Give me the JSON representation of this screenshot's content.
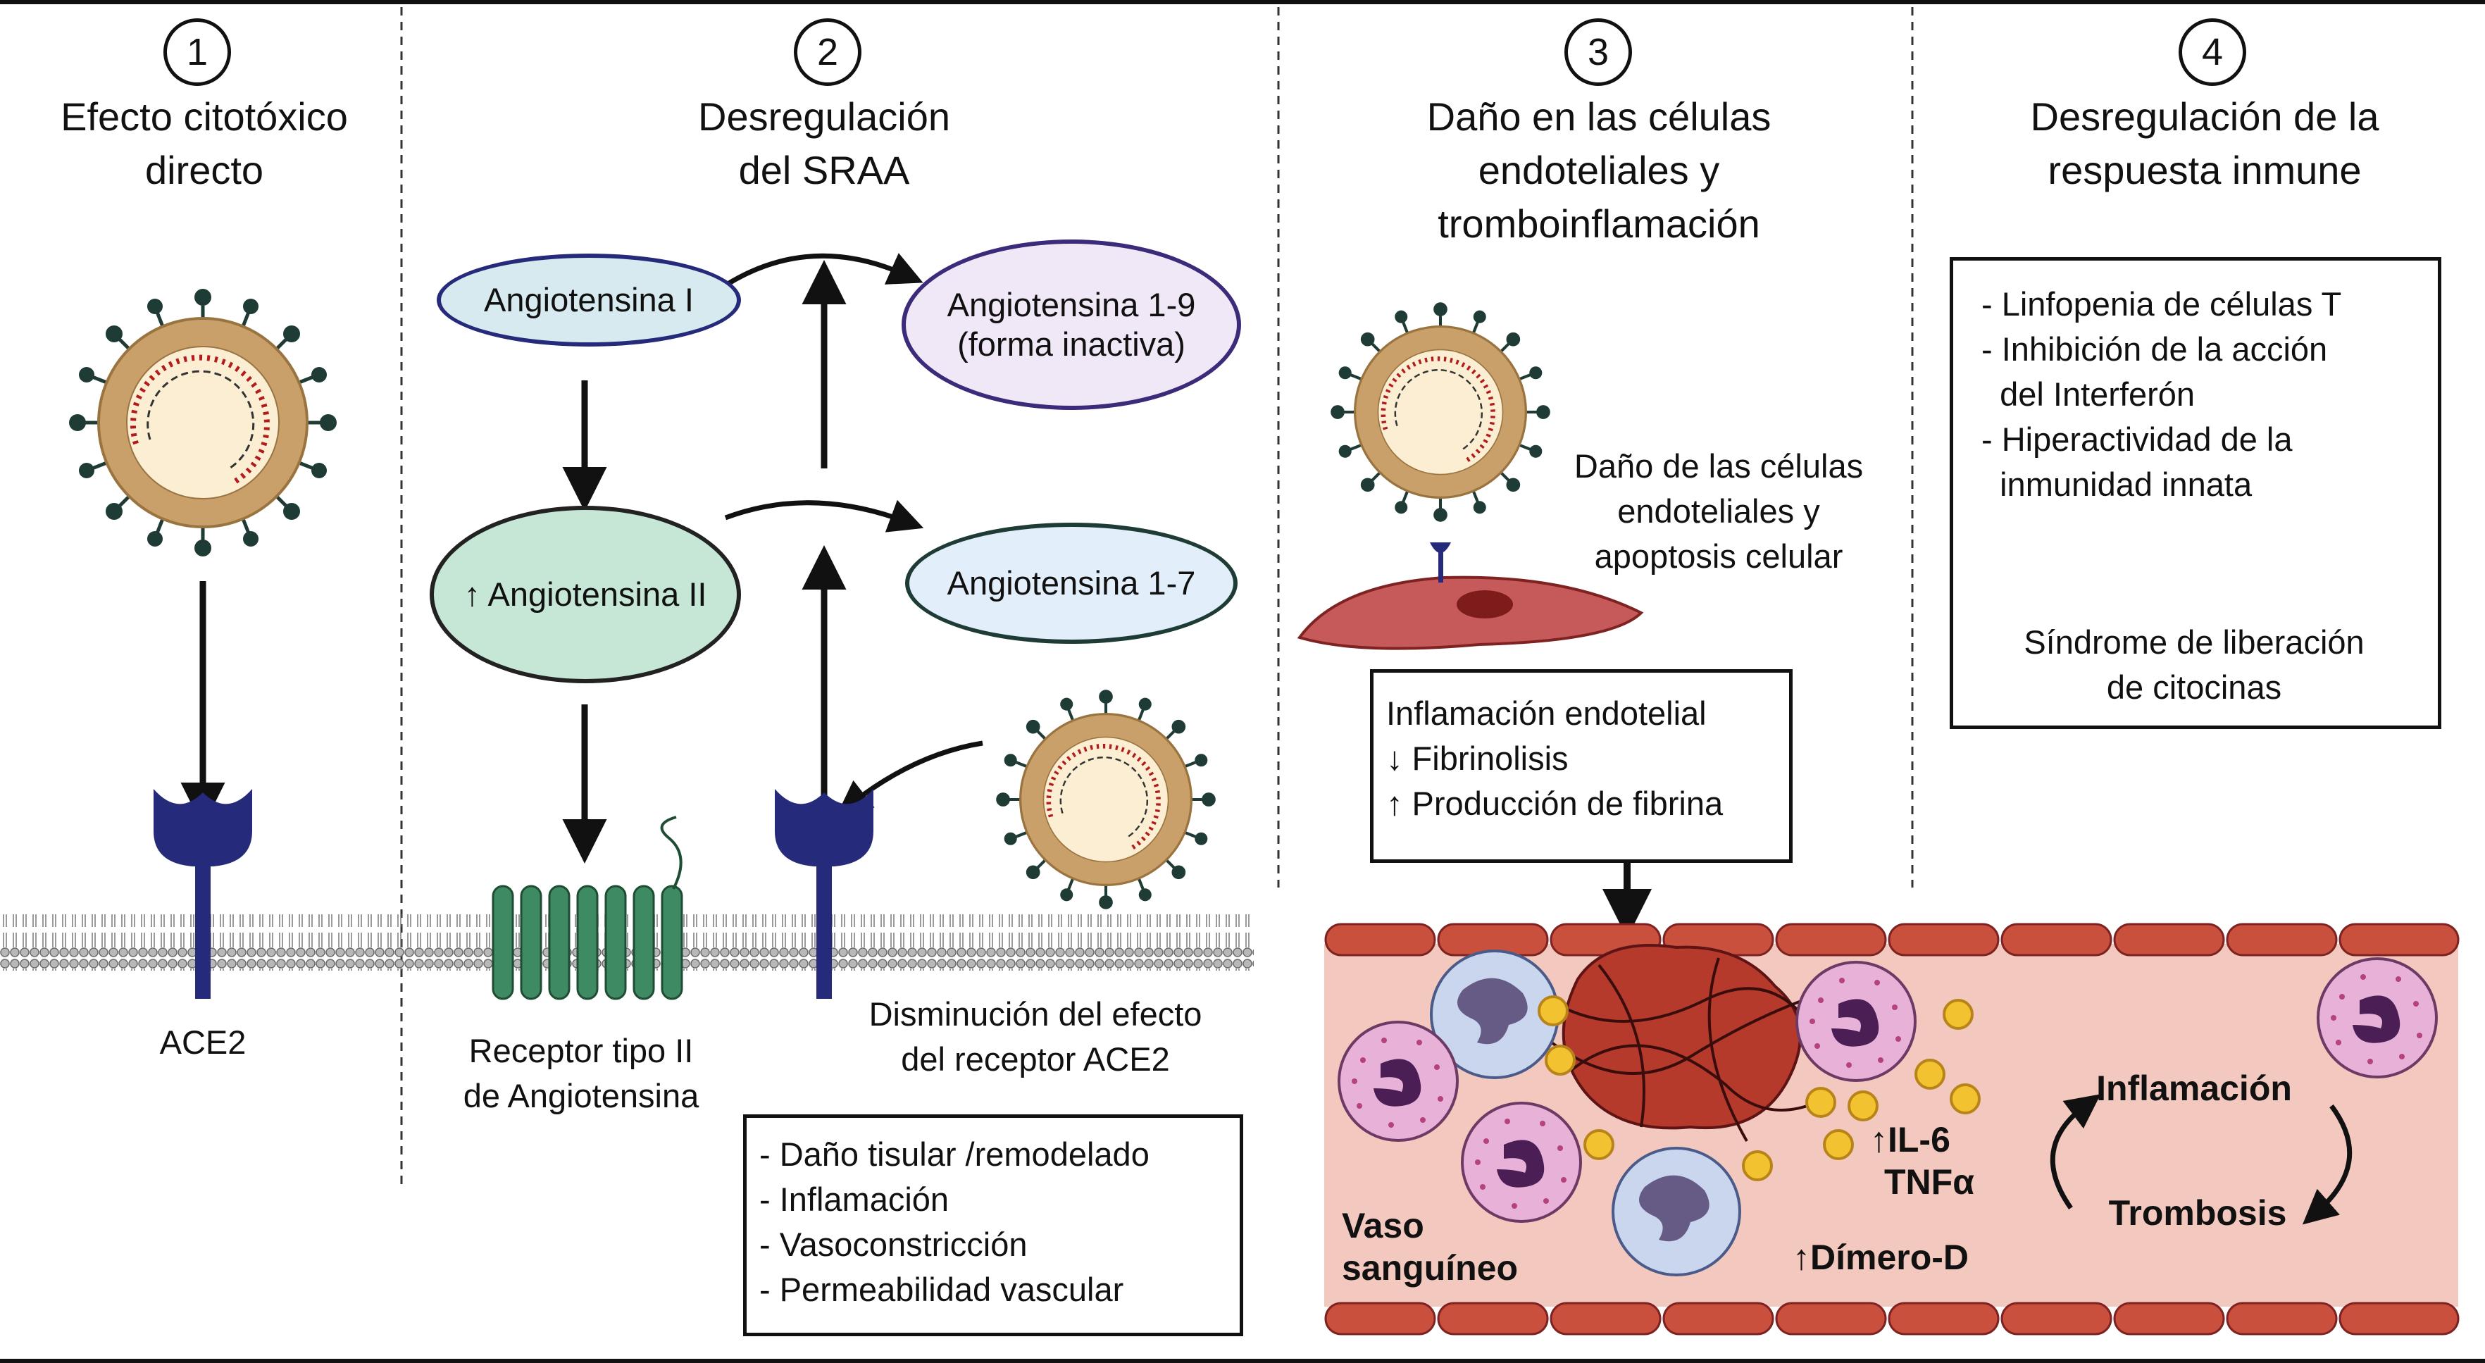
{
  "panels": [
    {
      "number": "1",
      "title_lines": [
        "Efecto citotóxico",
        "directo"
      ]
    },
    {
      "number": "2",
      "title_lines": [
        "Desregulación",
        "del SRAA"
      ]
    },
    {
      "number": "3",
      "title_lines": [
        "Daño en las células",
        "endoteliales y",
        "tromboinflamación"
      ]
    },
    {
      "number": "4",
      "title_lines": [
        "Desregulación de la",
        "respuesta inmune"
      ]
    }
  ],
  "panel1": {
    "receptor_label": "ACE2"
  },
  "panel2": {
    "ang1": "Angiotensina I",
    "ang2": "↑ Angiotensina II",
    "ang19_lines": [
      "Angiotensina 1-9",
      "(forma inactiva)"
    ],
    "ang17": "Angiotensina 1-7",
    "receptor_lines": [
      "Receptor tipo II",
      "de Angiotensina"
    ],
    "ace2_lines": [
      "Disminución del efecto",
      "del receptor ACE2"
    ],
    "effects": [
      "- Daño tisular /remodelado",
      "- Inflamación",
      "- Vasoconstricción",
      "- Permeabilidad vascular"
    ]
  },
  "panel3": {
    "damage_lines": [
      "Daño de las células",
      "endoteliales y",
      "apoptosis celular"
    ],
    "box_lines": [
      "Inflamación endotelial",
      "↓ Fibrinolisis",
      "↑ Producción de fibrina"
    ],
    "vessel_lines": [
      "Vaso",
      "sanguíneo"
    ],
    "il6": "↑IL-6",
    "tnf": "TNFα",
    "dimer": "↑Dímero-D",
    "cycle_top": "Inflamación",
    "cycle_bottom": "Trombosis"
  },
  "panel4": {
    "items": [
      "- Linfopenia de células T",
      "- Inhibición de la acción",
      "  del Interferón",
      "- Hiperactividad de la",
      "  inmunidad innata"
    ],
    "result_lines": [
      "Síndrome de liberación",
      "de citocinas"
    ]
  },
  "colors": {
    "virus_shell": "#c9a06a",
    "virus_core": "#fbeed2",
    "spike": "#1f3b35",
    "rna": "#b31b1b",
    "ace2": "#262a7a",
    "gpcr": "#3e8a62",
    "ang1_fill": "#d7eaf0",
    "ang2_fill": "#c6e6d6",
    "ang19_fill": "#f1e8f7",
    "ang17_fill": "#e2eef9",
    "blood": "#f3c8be",
    "vessel_wall": "#c9503d",
    "clot": "#b63a2b",
    "platelet": "#f2c230",
    "neutrophil_fill": "#e8b2d8",
    "monocyte_fill": "#c9d6ee"
  }
}
